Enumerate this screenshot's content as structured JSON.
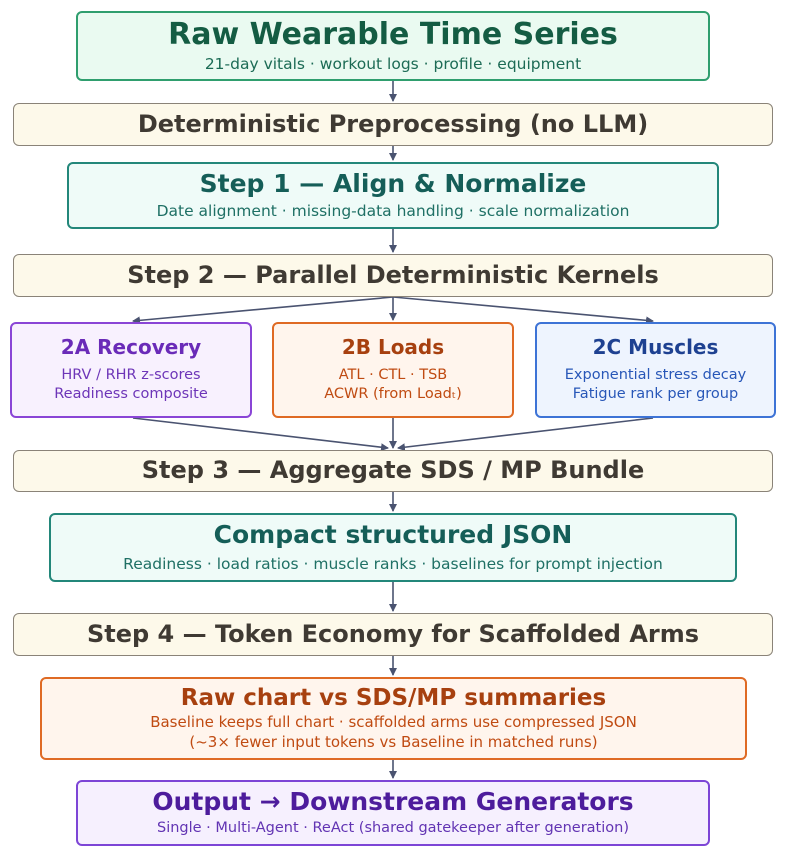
{
  "nodes": {
    "raw": {
      "title": "Raw Wearable Time Series",
      "subtitle": "21-day vitals · workout logs · profile · equipment"
    },
    "preproc": {
      "title": "Deterministic Preprocessing (no LLM)"
    },
    "step1": {
      "title": "Step 1 — Align & Normalize",
      "subtitle": "Date alignment · missing-data handling · scale normalization"
    },
    "step2": {
      "title": "Step 2 — Parallel Deterministic Kernels"
    },
    "recovery": {
      "title": "2A  Recovery",
      "lines": [
        "HRV / RHR z-scores",
        "Readiness composite"
      ]
    },
    "loads": {
      "title": "2B  Loads",
      "lines": [
        "ATL · CTL · TSB",
        "ACWR  (from Loadₜ)"
      ]
    },
    "muscles": {
      "title": "2C  Muscles",
      "lines": [
        "Exponential stress decay",
        "Fatigue rank per group"
      ]
    },
    "step3": {
      "title": "Step 3 — Aggregate SDS / MP Bundle"
    },
    "json": {
      "title": "Compact structured JSON",
      "subtitle": "Readiness · load ratios · muscle ranks · baselines for prompt injection"
    },
    "step4": {
      "title": "Step 4 — Token Economy for Scaffolded Arms"
    },
    "rawchart": {
      "title": "Raw chart vs SDS/MP summaries",
      "lines": [
        "Baseline keeps full chart · scaffolded arms use compressed JSON",
        "(~3× fewer input tokens vs Baseline in matched runs)"
      ]
    },
    "output": {
      "title": "Output → Downstream Generators",
      "subtitle": "Single · Multi-Agent · ReAct  (shared gatekeeper after generation)"
    }
  },
  "colors": {
    "arrow": "#4a5370"
  }
}
